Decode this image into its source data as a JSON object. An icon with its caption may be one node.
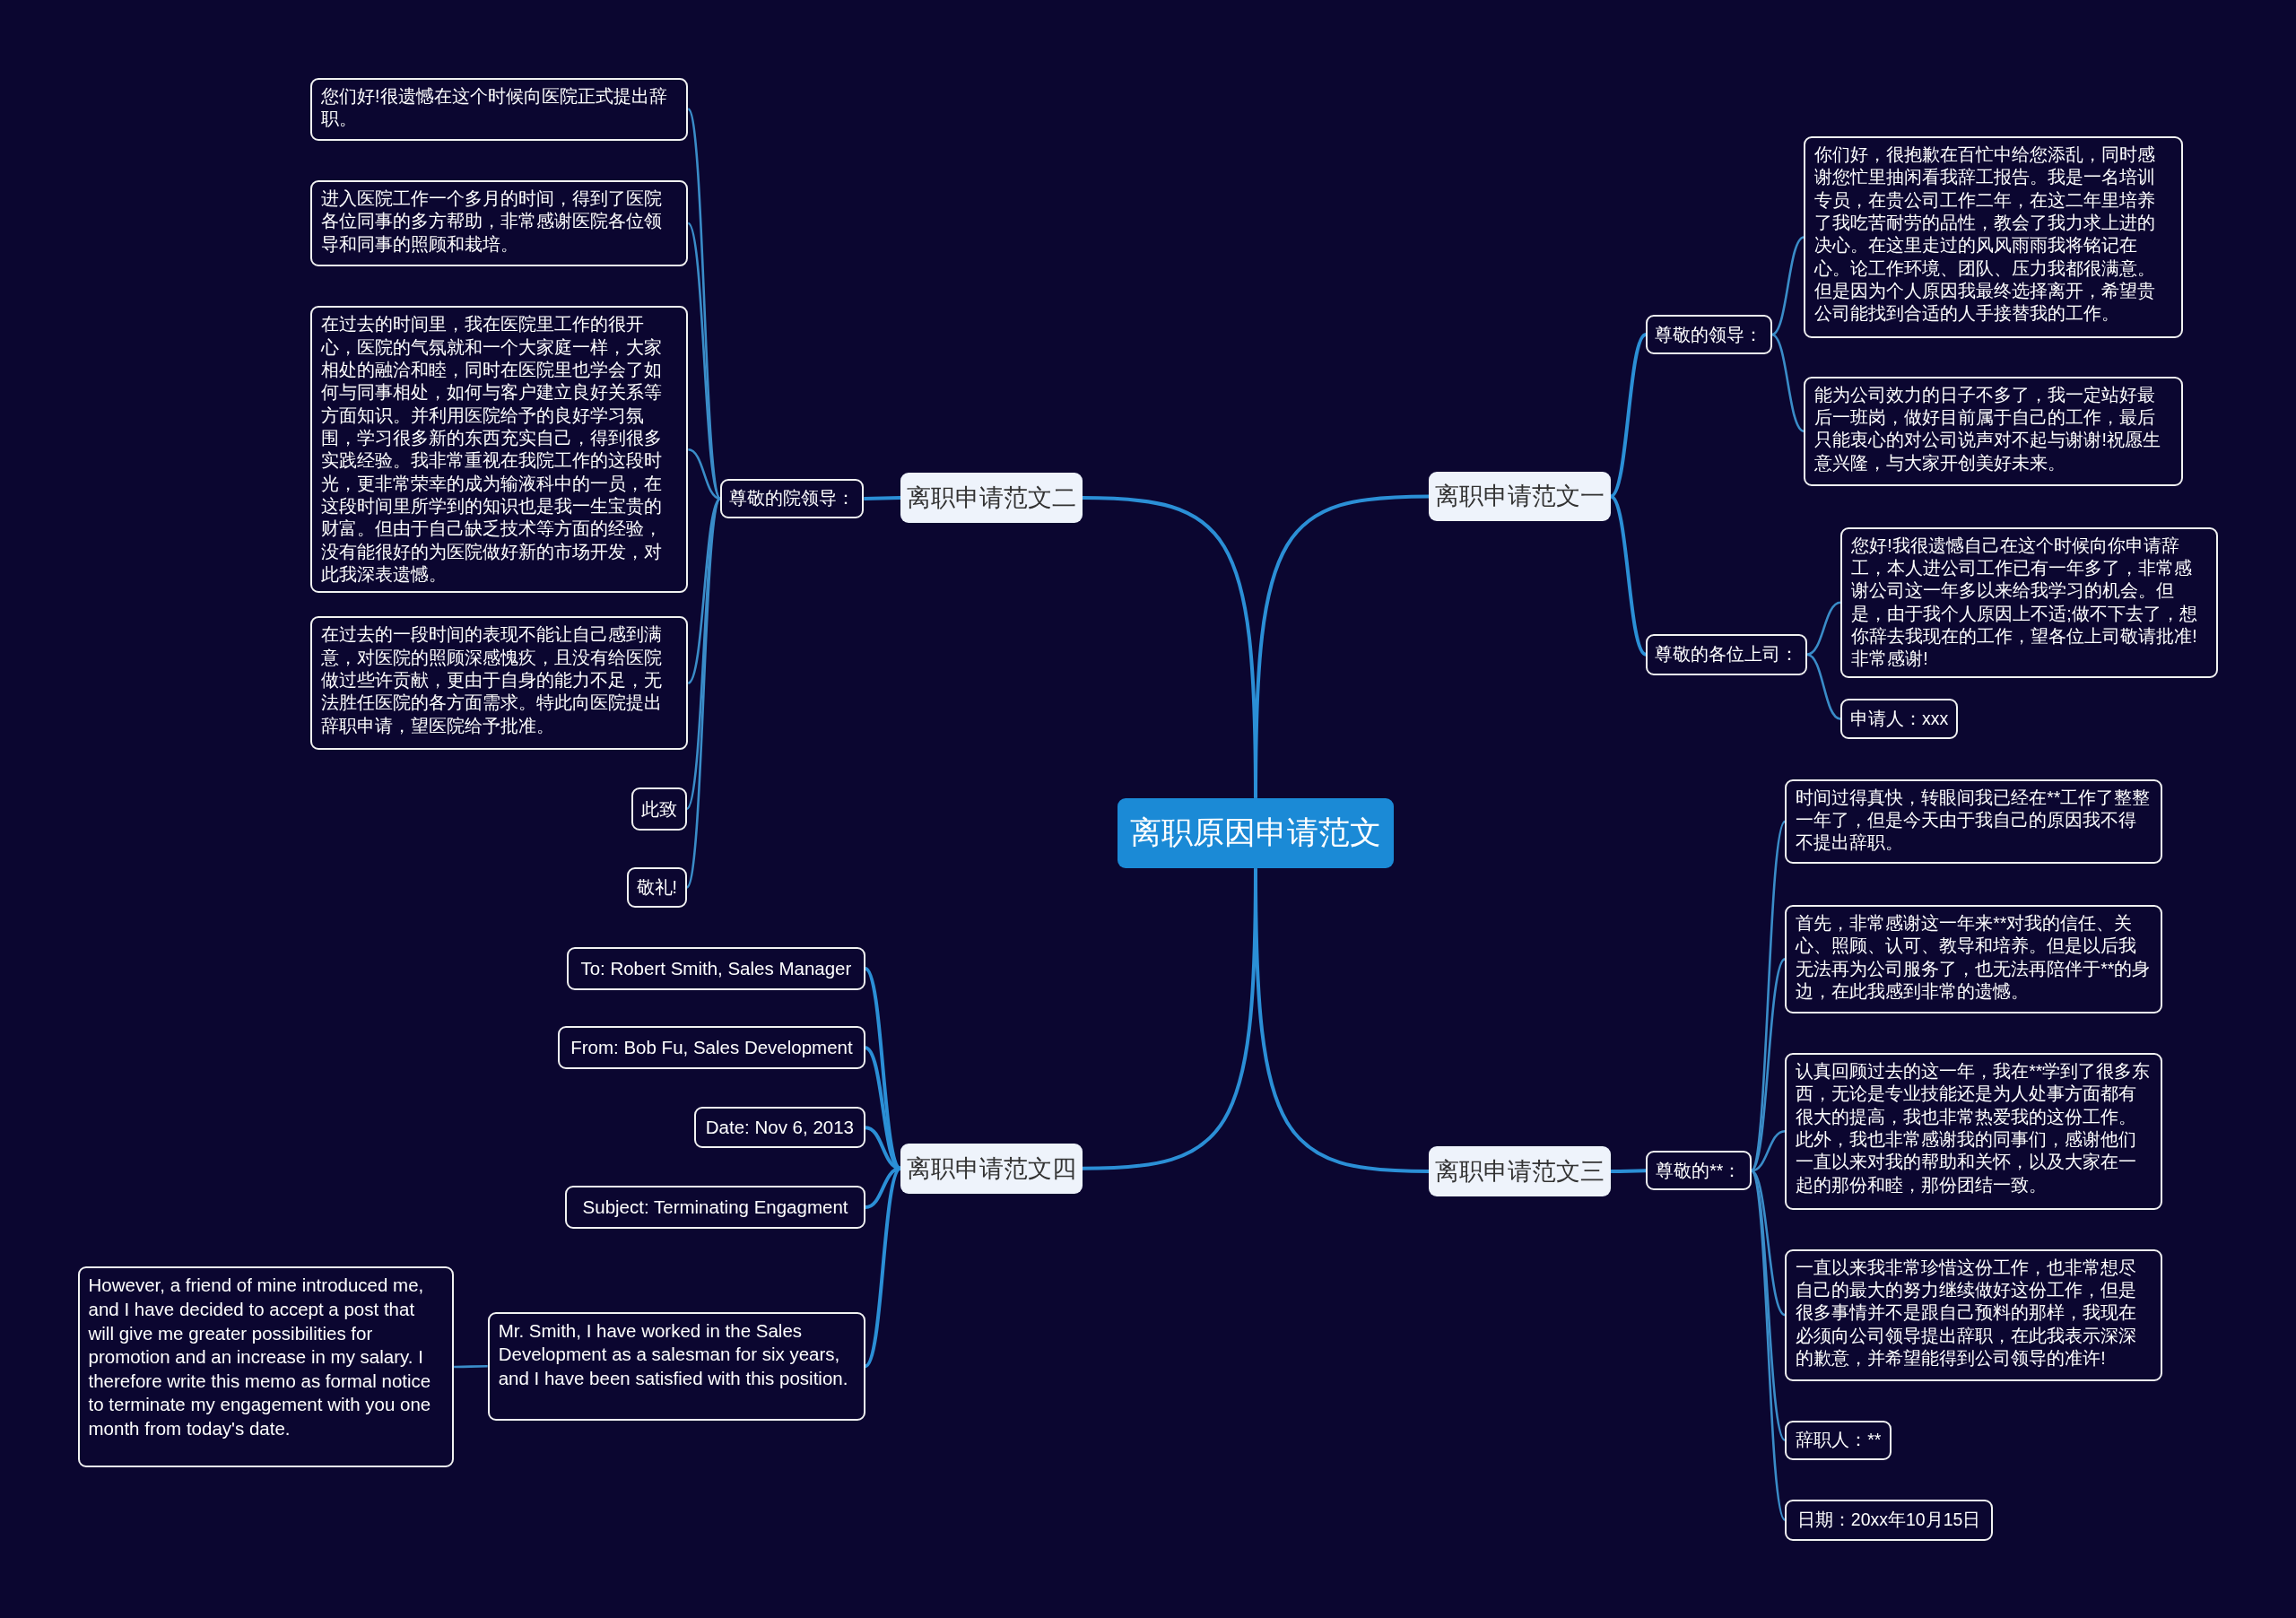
{
  "diagram": {
    "nodes": [
      {
        "text": [
          "离职原因申请范文"
        ]
      },
      {
        "text": [
          "离职申请范文二"
        ]
      },
      {
        "text": [
          "尊敬的院领导："
        ]
      },
      {
        "text": [
          "您们好!很遗憾在这个时候向医院正式提出辞职。"
        ]
      },
      {
        "text": [
          "进入医院工作一个多月的时间，得到了医院各位同事的多方帮助，非常感谢医院各位领导和同事的照顾和栽培。"
        ]
      },
      {
        "text": [
          "在过去的时间里，我在医院里工作的很开心，医院的气氛就和一个大家庭一样，大家相处的融洽和睦，同时在医院里也学会了如何与同事相处，如何与客户建立良好关系等方面知识。并利用医院给予的良好学习氛围，学习很多新的东西充实自己，得到很多实践经验。我非常重视在我院工作的这段时光，更非常荣幸的成为输液科中的一员，在这段时间里所学到的知识也是我一生宝贵的财富。但由于自己缺乏技术等方面的经验，没有能很好的为医院做好新的市场开发，对此我深表遗憾。"
        ]
      },
      {
        "text": [
          "在过去的一段时间的表现不能让自己感到满意，对医院的照顾深感愧疚，且没有给医院做过些许贡献，更由于自身的能力不足，无法胜任医院的各方面需求。特此向医院提出辞职申请，望医院给予批准。"
        ]
      },
      {
        "text": [
          "此致"
        ]
      },
      {
        "text": [
          "敬礼!"
        ]
      },
      {
        "text": [
          "离职申请范文一"
        ]
      },
      {
        "text": [
          "尊敬的领导："
        ]
      },
      {
        "text": [
          "你们好，很抱歉在百忙中给您添乱，同时感谢您忙里抽闲看我辞工报告。我是一名培训专员，在贵公司工作二年，在这二年里培养了我吃苦耐劳的品性，教会了我力求上进的决心。在这里走过的风风雨雨我将铭记在心。论工作环境、团队、压力我都很满意。但是因为个人原因我最终选择离开，希望贵公司能找到合适的人手接替我的工作。"
        ]
      },
      {
        "text": [
          "能为公司效力的日子不多了，我一定站好最后一班岗，做好目前属于自己的工作，最后只能衷心的对公司说声对不起与谢谢!祝愿生意兴隆，与大家开创美好未来。"
        ]
      },
      {
        "text": [
          "尊敬的各位上司："
        ]
      },
      {
        "text": [
          "您好!我很遗憾自己在这个时候向你申请辞工，本人进公司工作已有一年多了，非常感谢公司这一年多以来给我学习的机会。但是，由于我个人原因上不适;做不下去了，想你辞去我现在的工作，望各位上司敬请批准!非常感谢!"
        ]
      },
      {
        "text": [
          "申请人：xxx"
        ]
      },
      {
        "text": [
          "离职申请范文三"
        ]
      },
      {
        "text": [
          "尊敬的**："
        ]
      },
      {
        "text": [
          "时间过得真快，转眼间我已经在**工作了整整一年了，但是今天由于我自己的原因我不得不提出辞职。"
        ]
      },
      {
        "text": [
          "首先，非常感谢这一年来**对我的信任、关心、照顾、认可、教导和培养。但是以后我无法再为公司服务了，也无法再陪伴于**的身边，在此我感到非常的遗憾。"
        ]
      },
      {
        "text": [
          "认真回顾过去的这一年，我在**学到了很多东西，无论是专业技能还是为人处事方面都有很大的提高，我也非常热爱我的这份工作。此外，我也非常感谢我的同事们，感谢他们一直以来对我的帮助和关怀，以及大家在一起的那份和睦，那份团结一致。"
        ]
      },
      {
        "text": [
          "一直以来我非常珍惜这份工作，也非常想尽自己的最大的努力继续做好这份工作，但是很多事情并不是跟自己预料的那样，我现在必须向公司领导提出辞职，在此我表示深深的歉意，并希望能得到公司领导的准许!"
        ]
      },
      {
        "text": [
          "辞职人：**"
        ]
      },
      {
        "text": [
          "日期：20xx年10月15日"
        ]
      },
      {
        "text": [
          "离职申请范文四"
        ]
      },
      {
        "text": [
          "To: Robert Smith, Sales Manager"
        ]
      },
      {
        "text": [
          "From: Bob Fu, Sales Development"
        ]
      },
      {
        "text": [
          "Date: Nov 6, 2013"
        ]
      },
      {
        "text": [
          "Subject: Terminating Engagment"
        ]
      },
      {
        "text": [
          "Mr. Smith, I have worked in the Sales Development as a salesman for six years, and I have been satisfied with this position."
        ]
      },
      {
        "text": [
          "However, a friend of mine introduced me, and I have decided to accept a post that will give me greater possibilities for promotion and an increase in my salary. I therefore write this memo as formal notice to terminate my engagement with you one month from today's date."
        ]
      }
    ],
    "edges": [
      {
        "from": 0,
        "to": 1,
        "arrow": "none"
      },
      {
        "from": 0,
        "to": 9,
        "arrow": "none"
      },
      {
        "from": 0,
        "to": 16,
        "arrow": "none"
      },
      {
        "from": 0,
        "to": 24,
        "arrow": "none"
      },
      {
        "from": 1,
        "to": 2,
        "arrow": "none"
      },
      {
        "from": 2,
        "to": 3,
        "arrow": "none"
      },
      {
        "from": 2,
        "to": 4,
        "arrow": "none"
      },
      {
        "from": 2,
        "to": 5,
        "arrow": "none"
      },
      {
        "from": 2,
        "to": 6,
        "arrow": "none"
      },
      {
        "from": 2,
        "to": 7,
        "arrow": "none"
      },
      {
        "from": 2,
        "to": 8,
        "arrow": "none"
      },
      {
        "from": 9,
        "to": 10,
        "arrow": "none"
      },
      {
        "from": 9,
        "to": 13,
        "arrow": "none"
      },
      {
        "from": 10,
        "to": 11,
        "arrow": "none"
      },
      {
        "from": 10,
        "to": 12,
        "arrow": "none"
      },
      {
        "from": 13,
        "to": 14,
        "arrow": "none"
      },
      {
        "from": 13,
        "to": 15,
        "arrow": "none"
      },
      {
        "from": 16,
        "to": 17,
        "arrow": "none"
      },
      {
        "from": 17,
        "to": 18,
        "arrow": "none"
      },
      {
        "from": 17,
        "to": 19,
        "arrow": "none"
      },
      {
        "from": 17,
        "to": 20,
        "arrow": "none"
      },
      {
        "from": 17,
        "to": 21,
        "arrow": "none"
      },
      {
        "from": 17,
        "to": 22,
        "arrow": "none"
      },
      {
        "from": 17,
        "to": 23,
        "arrow": "none"
      },
      {
        "from": 24,
        "to": 25,
        "arrow": "none"
      },
      {
        "from": 24,
        "to": 26,
        "arrow": "none"
      },
      {
        "from": 24,
        "to": 27,
        "arrow": "none"
      },
      {
        "from": 24,
        "to": 28,
        "arrow": "none"
      },
      {
        "from": 24,
        "to": 29,
        "arrow": "none"
      },
      {
        "from": 29,
        "to": 30,
        "arrow": "none"
      }
    ]
  }
}
